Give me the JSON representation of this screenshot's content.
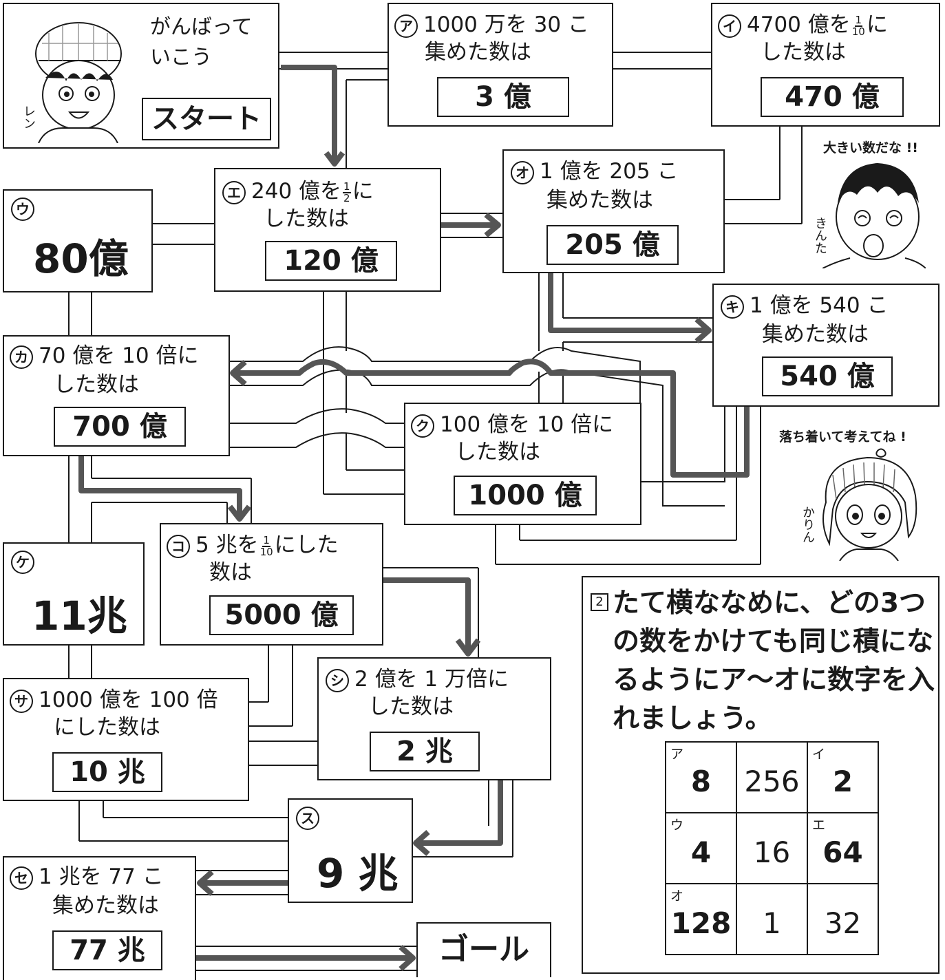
{
  "start": {
    "speech": "がんばって\nいこう",
    "label": "スタート",
    "character": "レン"
  },
  "boxes": {
    "a": {
      "mark": "ア",
      "q1": "1000 万を 30 こ",
      "q2": "集めた数は",
      "answer": "3 億"
    },
    "i": {
      "mark": "イ",
      "q1a": "4700 億を",
      "frac_num": "1",
      "frac_den": "10",
      "q1b": "に",
      "q2": "した数は",
      "answer": "470 億"
    },
    "u": {
      "mark": "ウ",
      "value": "80億"
    },
    "e": {
      "mark": "エ",
      "q1a": "240 億を",
      "frac_num": "1",
      "frac_den": "2",
      "q1b": "に",
      "q2": "した数は",
      "answer": "120 億"
    },
    "o": {
      "mark": "オ",
      "q1": "1 億を 205 こ",
      "q2": "集めた数は",
      "answer": "205 億"
    },
    "ki": {
      "mark": "キ",
      "q1": "1 億を 540 こ",
      "q2": "集めた数は",
      "answer": "540 億"
    },
    "ka": {
      "mark": "カ",
      "q1": "70 億を 10 倍に",
      "q2": "した数は",
      "answer": "700 億"
    },
    "ku": {
      "mark": "ク",
      "q1": "100 億を 10 倍に",
      "q2": "した数は",
      "answer": "1000 億"
    },
    "ke": {
      "mark": "ケ",
      "value": "11兆"
    },
    "ko": {
      "mark": "コ",
      "q1a": "5 兆を",
      "frac_num": "1",
      "frac_den": "10",
      "q1b": "にした",
      "q2": "数は",
      "answer": "5000 億"
    },
    "sa": {
      "mark": "サ",
      "q1": "1000 億を 100 倍",
      "q2": "にした数は",
      "answer": "10 兆"
    },
    "shi": {
      "mark": "シ",
      "q1": "2 億を 1 万倍に",
      "q2": "した数は",
      "answer": "2 兆"
    },
    "su": {
      "mark": "ス",
      "value": "9 兆"
    },
    "se": {
      "mark": "セ",
      "q1": "1 兆を 77 こ",
      "q2": "集めた数は",
      "answer": "77 兆"
    }
  },
  "goal": {
    "label": "ゴール"
  },
  "characters": {
    "kinta": {
      "speech": "大きい数だな !!",
      "name": "きんた"
    },
    "karin": {
      "speech": "落ち着いて考えてね !",
      "name": "かりん"
    }
  },
  "problem2": {
    "number": "2",
    "text_lines": [
      "たて横ななめに、どの3つ",
      "の数をかけても同じ積にな",
      "るようにア〜オに数字を入",
      "れましょう。"
    ],
    "grid": [
      [
        {
          "kana": "ア",
          "value": "8",
          "answer": true
        },
        {
          "kana": "",
          "value": "256",
          "answer": false
        },
        {
          "kana": "イ",
          "value": "2",
          "answer": true
        }
      ],
      [
        {
          "kana": "ウ",
          "value": "4",
          "answer": true
        },
        {
          "kana": "",
          "value": "16",
          "answer": false
        },
        {
          "kana": "エ",
          "value": "64",
          "answer": true
        }
      ],
      [
        {
          "kana": "オ",
          "value": "128",
          "answer": true
        },
        {
          "kana": "",
          "value": "1",
          "answer": false
        },
        {
          "kana": "",
          "value": "32",
          "answer": false
        }
      ]
    ]
  },
  "colors": {
    "route": "#555555",
    "line": "#1a1a1a"
  }
}
